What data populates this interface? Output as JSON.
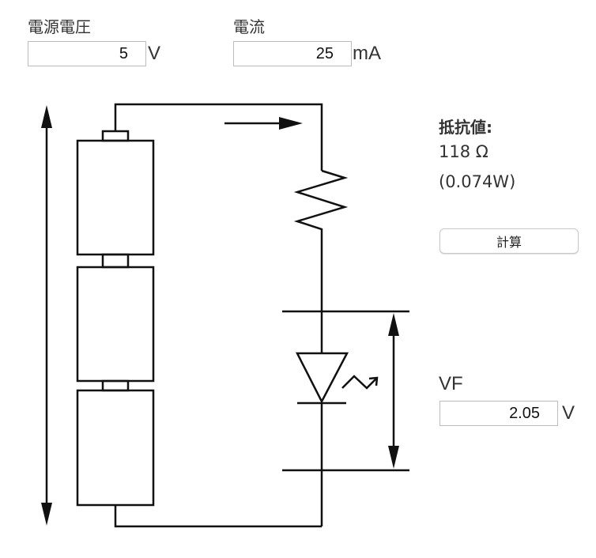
{
  "supply_voltage": {
    "label": "電源電圧",
    "value": "5",
    "unit": "V"
  },
  "current": {
    "label": "電流",
    "value": "25",
    "unit": "mA"
  },
  "result": {
    "label": "抵抗値:",
    "resistance": "118 Ω",
    "power": "(0.074W)"
  },
  "calculate_button": {
    "label": "計算"
  },
  "forward_voltage": {
    "label": "VF",
    "value": "2.05",
    "unit": "V"
  },
  "diagram": {
    "components": [
      "battery",
      "battery",
      "battery",
      "resistor",
      "led"
    ],
    "battery_count": 3,
    "current_direction": "clockwise"
  }
}
